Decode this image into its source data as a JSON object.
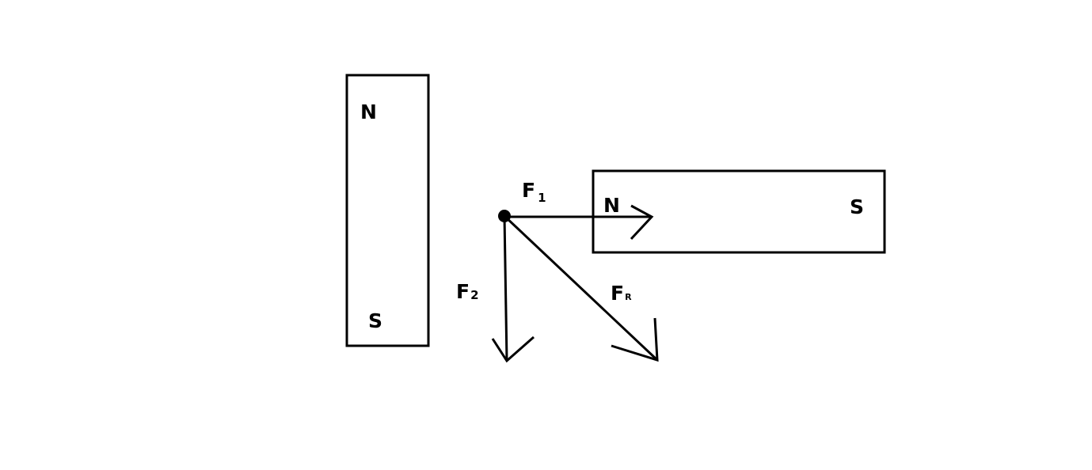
{
  "magnet_vertical": {
    "north_label": "N",
    "south_label": "S"
  },
  "magnet_horizontal": {
    "north_label": "N",
    "south_label": "S"
  },
  "forces": {
    "f1": {
      "letter": "F",
      "subscript": "1"
    },
    "f2": {
      "letter": "F",
      "subscript": "2"
    },
    "fr": {
      "letter": "F",
      "subscript": "R"
    }
  },
  "colors": {
    "ink": "#000000",
    "background": "#ffffff"
  }
}
